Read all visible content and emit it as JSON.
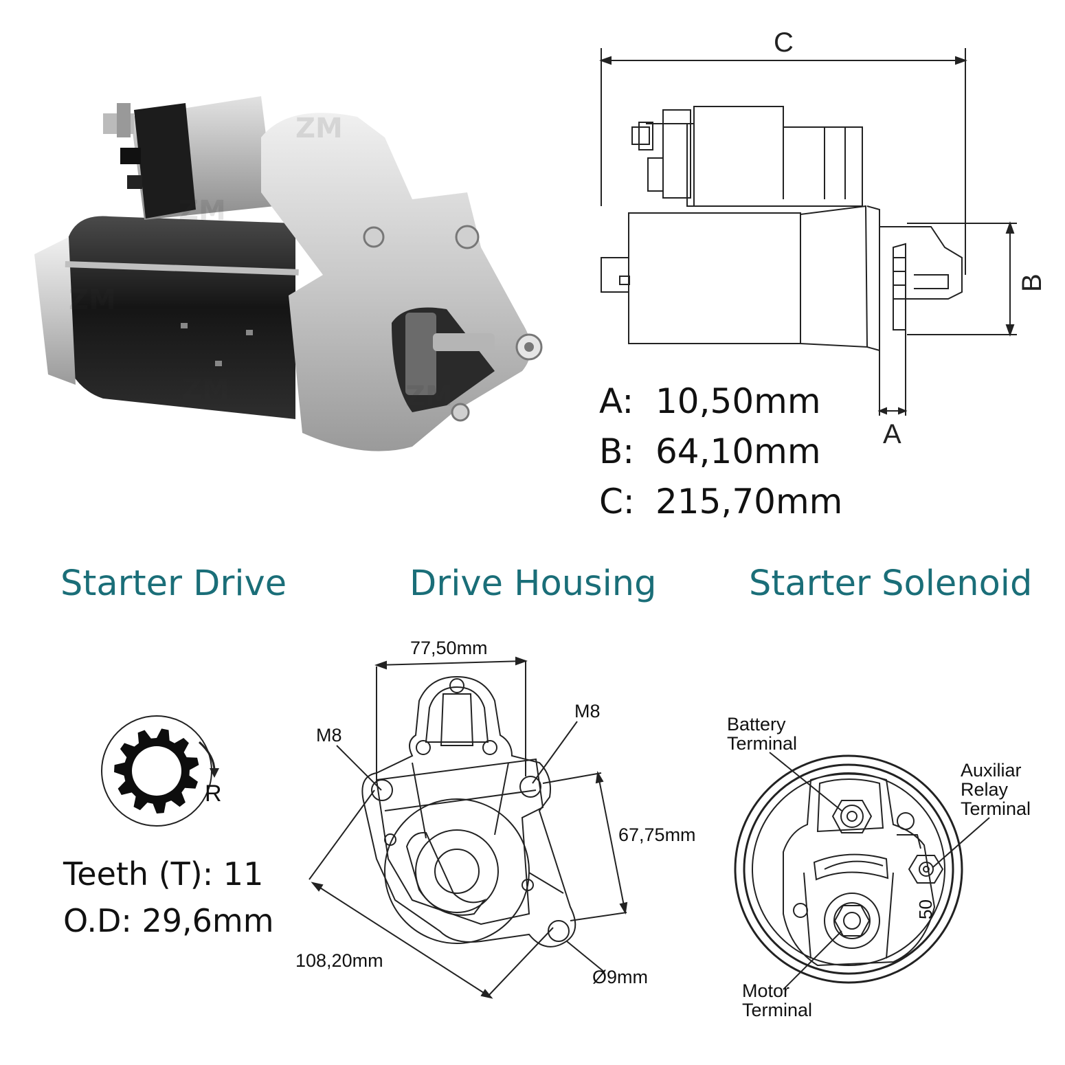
{
  "product_photo": {
    "watermark": "ZM"
  },
  "side_view": {
    "dim_letters": {
      "c": "C",
      "b": "B",
      "a": "A"
    },
    "dimensions": [
      {
        "key": "A:",
        "value": "10,50mm"
      },
      {
        "key": "B:",
        "value": "64,10mm"
      },
      {
        "key": "C:",
        "value": "215,70mm"
      }
    ]
  },
  "sections": {
    "starter_drive": "Starter Drive",
    "drive_housing": "Drive Housing",
    "starter_solenoid": "Starter Solenoid"
  },
  "starter_drive": {
    "rotation_label": "R",
    "teeth": "Teeth (T): 11",
    "od": "O.D: 29,6mm"
  },
  "drive_housing": {
    "top_width": "77,50mm",
    "height": "67,75mm",
    "diagonal": "108,20mm",
    "hole_dia": "Ø9mm",
    "thread_left": "M8",
    "thread_right": "M8"
  },
  "solenoid": {
    "battery_terminal": [
      "Battery",
      "Terminal"
    ],
    "aux_terminal": [
      "Auxiliar",
      "Relay",
      "Terminal"
    ],
    "motor_terminal": [
      "Motor",
      "Terminal"
    ],
    "terminal_number": "50"
  },
  "colors": {
    "accent": "#1a6e78",
    "text": "#111111"
  }
}
